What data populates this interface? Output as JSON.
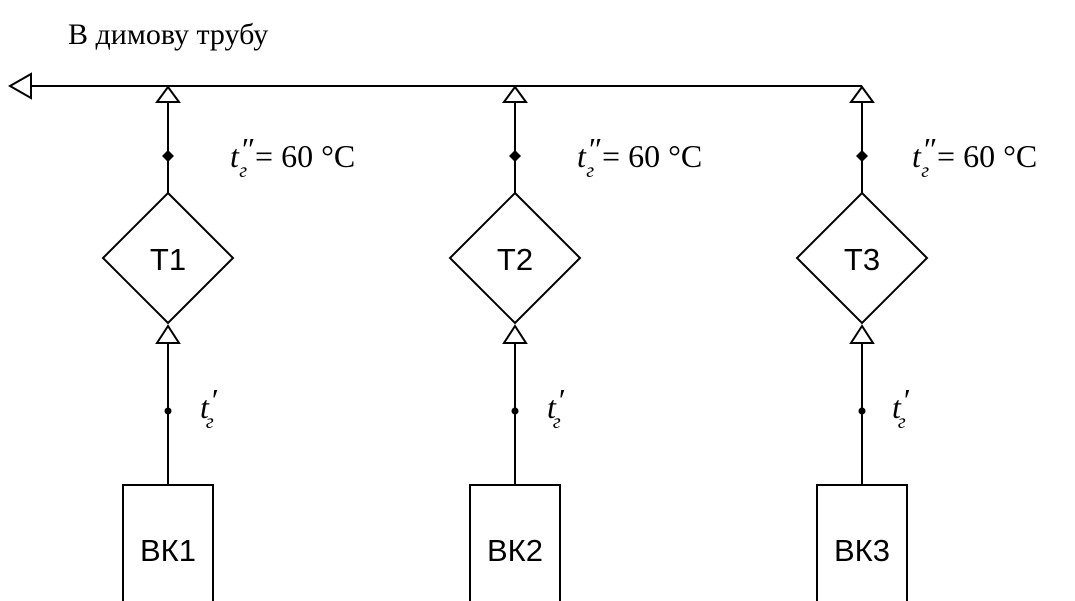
{
  "title": "В димову трубу",
  "temp_symbol": "t",
  "temp_subscript": "г",
  "outlet_mark": "″",
  "inlet_mark": "′",
  "outlet_value": " = 60 °C",
  "branches": [
    {
      "exchanger": "T1",
      "boiler": "ВК1"
    },
    {
      "exchanger": "T2",
      "boiler": "ВК2"
    },
    {
      "exchanger": "T3",
      "boiler": "ВК3"
    }
  ]
}
